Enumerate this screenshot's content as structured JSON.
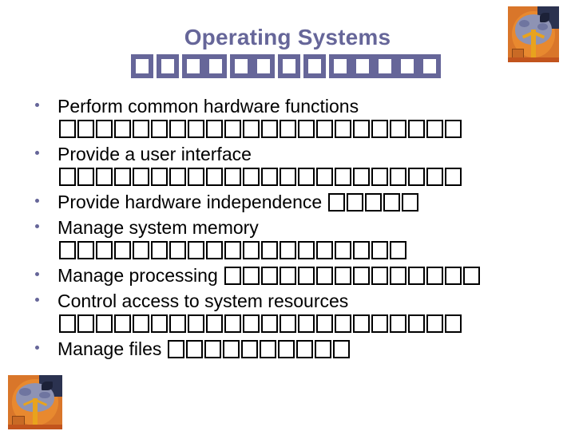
{
  "slide": {
    "background_color": "#ffffff",
    "title": "Operating Systems",
    "title_color": "#666699",
    "title_tofu_count": 12,
    "body_text_color": "#000000",
    "bullet_color": "#666699"
  },
  "artwork": {
    "top_right": {
      "name": "tree-artwork",
      "description": "Stylized tree painting on orange background",
      "base_color": "#d9762a"
    },
    "bottom_left": {
      "name": "tree-artwork",
      "description": "Stylized tree painting on orange background",
      "base_color": "#d9762a"
    }
  },
  "bullets": [
    {
      "text": "Perform common hardware functions",
      "inline_tofu": 0,
      "tofu_line": 22
    },
    {
      "text": "Provide a user interface",
      "inline_tofu": 0,
      "tofu_line": 22
    },
    {
      "text": "Provide hardware independence",
      "inline_tofu": 5,
      "tofu_line": 0
    },
    {
      "text": "Manage system memory",
      "inline_tofu": 0,
      "tofu_line": 19
    },
    {
      "text": "Manage processing",
      "inline_tofu": 14,
      "tofu_line": 0
    },
    {
      "text": "Control access to system resources",
      "inline_tofu": 0,
      "tofu_line": 22
    },
    {
      "text": "Manage files",
      "inline_tofu": 10,
      "tofu_line": 0
    }
  ]
}
